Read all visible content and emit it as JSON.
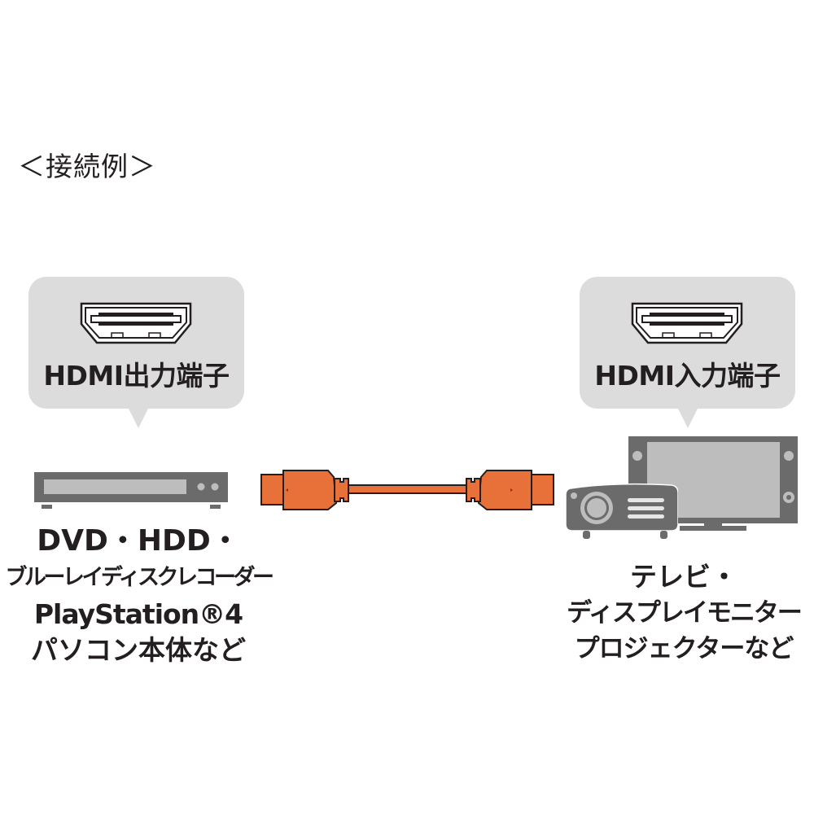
{
  "title": "＜接続例＞",
  "source": {
    "port_label": "HDMI出力端子",
    "port_icon": "hdmi-port-icon",
    "device_icon": "dvd-recorder-icon",
    "caption": [
      "DVD・HDD・",
      "ブルーレイディスクレコーダー",
      "PlayStation®4",
      "パソコン本体など"
    ]
  },
  "cable": {
    "icon": "hdmi-cable-icon",
    "color": "#e8713a"
  },
  "destination": {
    "port_label": "HDMI入力端子",
    "port_icon": "hdmi-port-icon",
    "device_icons": [
      "tv-icon",
      "projector-icon"
    ],
    "caption": [
      "テレビ・",
      "ディスプレイモニター",
      "プロジェクターなど"
    ]
  },
  "colors": {
    "bubble": "#dcdcdc",
    "device": "#6b6b6b",
    "device_light": "#bdbdbd"
  }
}
